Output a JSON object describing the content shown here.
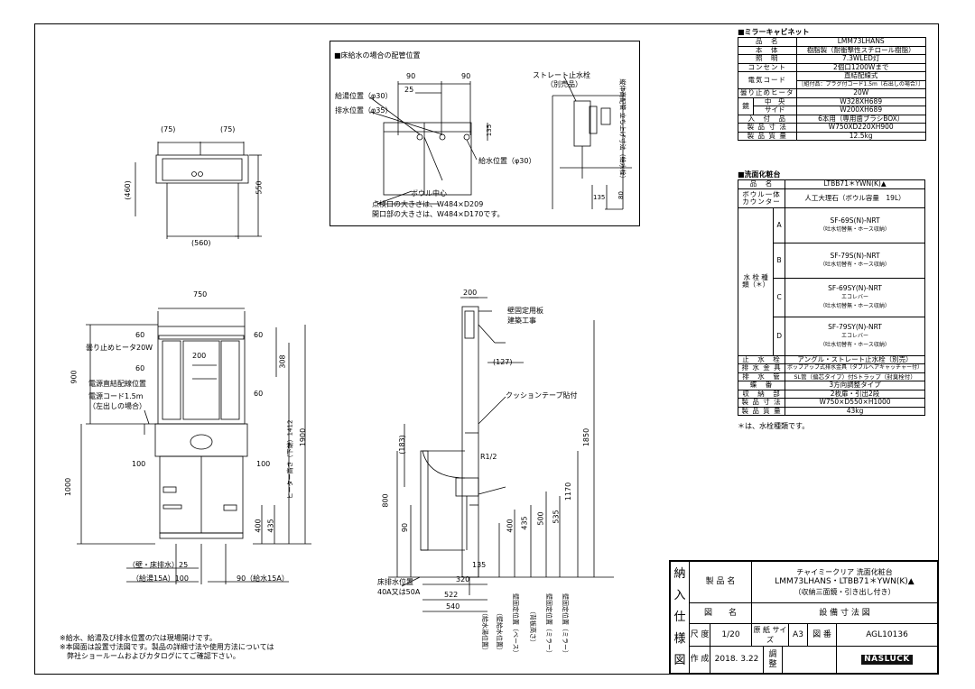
{
  "floor_detail": {
    "heading": "■床給水の場合の配管位置",
    "dims": {
      "d90a": "90",
      "d90b": "90",
      "d25": "25",
      "d135": "135",
      "d135b": "135",
      "d80": "80"
    },
    "labels": {
      "hot": "給湯位置（φ30）",
      "drain": "排水位置（φ35）",
      "water": "給水位置（φ30）",
      "straight": "ストレート止水栓",
      "straight_sub": "（別売品）",
      "bowl_center": "ボウル中心",
      "inspect": "点検口の大きさは、W484×D209",
      "opening": "開口部の大きさは、W484×D170です。",
      "vertical": "縦体高配管 立ち上げ寸法（給水栓）"
    }
  },
  "top_view": {
    "d75a": "(75)",
    "d75b": "(75)",
    "d460": "(460)",
    "d550": "550",
    "d560": "(560)"
  },
  "front_view": {
    "d750": "750",
    "d60a": "60",
    "d60b": "60",
    "d60c": "60",
    "d60d": "60",
    "d200": "200",
    "d308": "308",
    "d900": "900",
    "d1000": "1000",
    "d1900": "1900",
    "d1412": "ヒーター高さ（下端）1412",
    "d100a": "100",
    "d100b": "100",
    "d400": "400",
    "d435": "435",
    "heater": "曇り止めヒータ20W",
    "direct": "電源直結配線位置",
    "cord": "電源コード1.5m",
    "cord_sub": "（左出しの場合）",
    "wall_drain": "（壁・床排水）25",
    "hot15": "（給湯15A）100",
    "water15": "90（給水15A）"
  },
  "side_view": {
    "d200": "200",
    "d127": "(127)",
    "d183": "(183)",
    "d1850": "1850",
    "d1170": "1170",
    "d800": "800",
    "d90": "90",
    "d400": "400",
    "d435": "435",
    "d500": "500",
    "d535": "535",
    "d135": "135",
    "d320": "320",
    "d522": "522",
    "d540": "540",
    "r12": "R1/2",
    "wall_fix": "壁固定用板",
    "builder": "建築工事",
    "cushion": "クッションテープ貼付",
    "floor_drain": "床排水位置",
    "floor_drain_sub": "40A又は50A",
    "vlabels": [
      "（給水湯位置）",
      "（壁給水位置）",
      "壁固定位置（ベース）",
      "（背板高さ）",
      "壁固定位置（ミラー）",
      "壁固定位置（ミラー）"
    ]
  },
  "notes": [
    "※給水、給湯及び排水位置の穴は現場開けです。",
    "※本図面は設置寸法図です。製品の詳細寸法や使用方法については",
    "　弊社ショールームおよびカタログにてご確認下さい。"
  ],
  "mirror": {
    "heading": "■ミラーキャビネット",
    "rows": [
      {
        "k": "品　名",
        "v": "LMM73LHANS"
      },
      {
        "k": "本　体",
        "v": "樹脂製（耐衝撃性スチロール樹脂）"
      },
      {
        "k": "照　明",
        "v": "7.3WLED灯"
      },
      {
        "k": "コンセント",
        "v": "2個口1200Wまで"
      },
      {
        "k": "電気コード",
        "v": "直結配線式",
        "v2": "［組付品：プラグ付コード1.5m（右出しの場合）］"
      },
      {
        "k": "曇り止めヒータ",
        "v": "20W"
      }
    ],
    "mirror_k": "鏡",
    "mirror_rows": [
      {
        "k": "中　央",
        "v": "W328XH689"
      },
      {
        "k": "サイド",
        "v": "W200XH689"
      }
    ],
    "rows2": [
      {
        "k": "入　付　品",
        "v": "6本用（専用歯ブラシBOX）"
      },
      {
        "k": "製 品 寸 法",
        "v": "W750XD220XH900"
      },
      {
        "k": "製 品 質 量",
        "v": "12.5kg"
      }
    ]
  },
  "vanity": {
    "heading": "■洗面化粧台",
    "rows": [
      {
        "k": "品　名",
        "v": "LTBB71＊YWN(K)▲"
      },
      {
        "k": "ボウル一体カウンター",
        "v": "人工大理石（ボウル容量　19L）"
      }
    ],
    "faucet_k": "水 栓 種 類（＊）",
    "faucets": [
      {
        "c": "A",
        "v": "SF-69S(N)-NRT",
        "s": "",
        "n": "（吐水切替無・ホース収納）"
      },
      {
        "c": "B",
        "v": "SF-79S(N)-NRT",
        "s": "",
        "n": "（吐水切替有・ホース収納）"
      },
      {
        "c": "C",
        "v": "SF-69SY(N)-NRT",
        "s": "エコレバー",
        "n": "（吐水切替無・ホース収納）"
      },
      {
        "c": "D",
        "v": "SF-79SY(N)-NRT",
        "s": "エコレバー",
        "n": "（吐水切替有・ホース収納）"
      }
    ],
    "rows2": [
      {
        "k": "止　水　栓",
        "v": "アングル・ストレート止水栓（別売）"
      },
      {
        "k": "排 水 金 具",
        "v": "ポップアップ式排水金具（ダブルヘアキャッチャー付）"
      },
      {
        "k": "排　水　管",
        "v": "SL管（偏芯タイプ）付Sトラップ（封臭栓付）"
      },
      {
        "k": "蝶　番",
        "v": "3方向調整タイプ"
      },
      {
        "k": "収　納　部",
        "v": "2枚扉・引出2段"
      },
      {
        "k": "製 品 寸 法",
        "v": "W750×D550×H1000"
      },
      {
        "k": "製 品 質 量",
        "v": "43kg"
      }
    ],
    "footnote": "＊は、水栓種類です。"
  },
  "title_block": {
    "nonyu": [
      "納",
      "入",
      "仕",
      "様",
      "図"
    ],
    "product_k": "製 品 名",
    "product_l1": "チャイミークリア 洗面化粧台",
    "product_l2": "LMM73LHANS・LTBB71＊YWN(K)▲",
    "product_l3": "（収納三面鏡・引き出し付き）",
    "zumei_k": "図　　名",
    "zumei_v": "設 備 寸 法 図",
    "scale_k": "尺 度",
    "scale_v": "1/20",
    "paper_k": "原 紙 サイズ",
    "paper_v": "A3",
    "zuban_k": "図 番",
    "zuban_v": "AGL10136",
    "made_k": "作 成",
    "made_v": "2018. 3.22",
    "check_k": "調 整",
    "logo": "NASLUCK"
  }
}
